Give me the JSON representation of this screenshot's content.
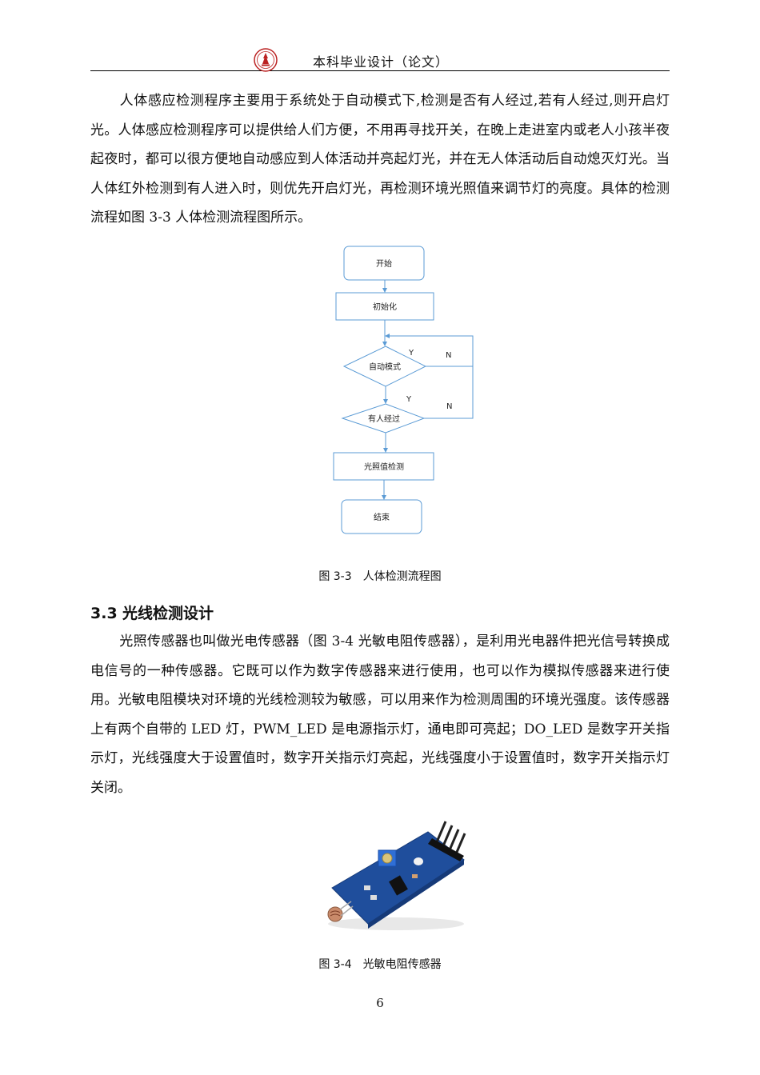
{
  "header": {
    "title": "本科毕业设计（论文）",
    "logo_icon": "university-seal-icon"
  },
  "paragraph1": "人体感应检测程序主要用于系统处于自动模式下,检测是否有人经过,若有人经过,则开启灯光。人体感应检测程序可以提供给人们方便，不用再寻找开关，在晚上走进室内或老人小孩半夜起夜时，都可以很方便地自动感应到人体活动并亮起灯光，并在无人体活动后自动熄灭灯光。当人体红外检测到有人进入时，则优先开启灯光，再检测环境光照值来调节灯的亮度。具体的检测流程如图 3-3 人体检测流程图所示。",
  "flowchart": {
    "start": "开始",
    "init": "初始化",
    "decision_auto": "自动模式",
    "decision_person": "有人经过",
    "light_check": "光照值检测",
    "end": "结束",
    "yes1": "Y",
    "no1": "N",
    "yes2": "Y",
    "no2": "N",
    "colors": {
      "stroke": "#5b9bd5",
      "box": "#ffffff"
    }
  },
  "figure1_caption": "图 3-3　人体检测流程图",
  "section": {
    "number": "3.3",
    "title": "光线检测设计"
  },
  "paragraph2": "光照传感器也叫做光电传感器（图 3-4 光敏电阻传感器），是利用光电器件把光信号转换成电信号的一种传感器。它既可以作为数字传感器来进行使用，也可以作为模拟传感器来进行使用。光敏电阻模块对环境的光线检测较为敏感，可以用来作为检测周围的环境光强度。该传感器上有两个自带的 LED 灯，PWM_LED 是电源指示灯，通电即可亮起；DO_LED 是数字开关指示灯，光线强度大于设置值时，数字开关指示灯亮起，光线强度小于设置值时，数字开关指示灯关闭。",
  "figure2": {
    "caption": "图 3-4　光敏电阻传感器",
    "image_icon": "photoresistor-sensor-module-icon",
    "pcb_color": "#1f4e9c"
  },
  "page_number": "6"
}
